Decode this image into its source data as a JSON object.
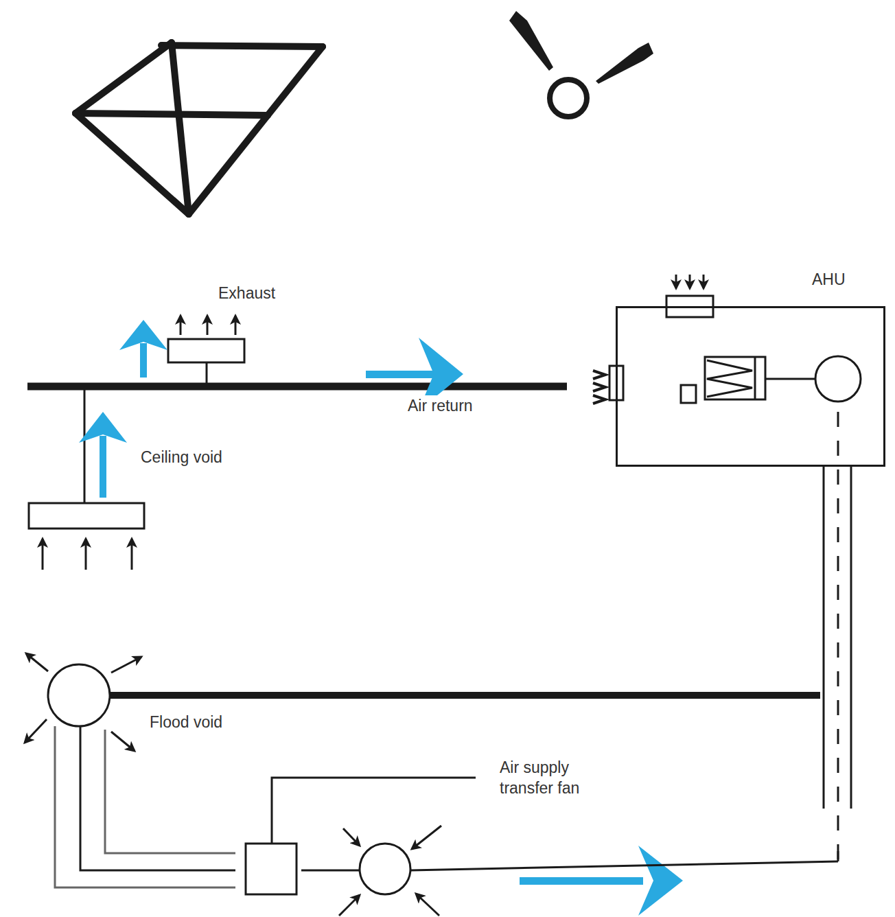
{
  "diagram": {
    "nodes": [
      {
        "text": [
          "AHU"
        ]
      }
    ],
    "labels": [
      "Exhaust",
      "Air return",
      "Ceiling void",
      "Flood void",
      "Air supply transfer fan"
    ]
  }
}
